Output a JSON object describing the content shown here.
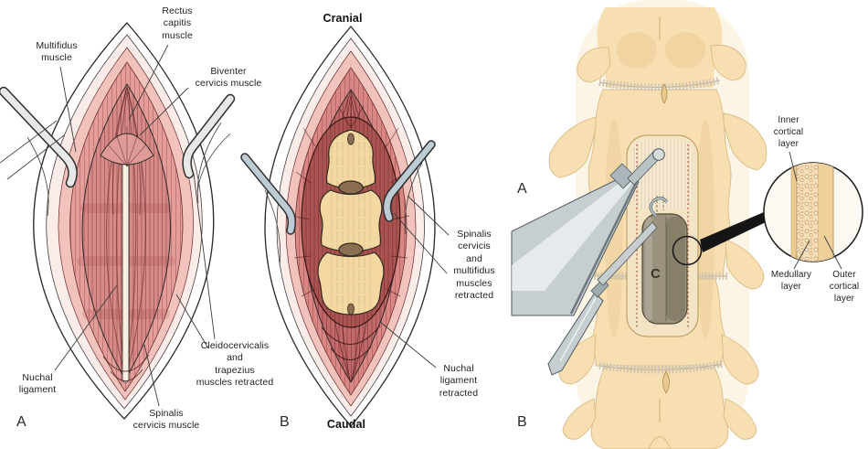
{
  "figure": {
    "background": "#ffffff"
  },
  "colors": {
    "skin_pink": "#fbece9",
    "fascia_pink": "#f2c3bd",
    "muscle_mid": "#e59d99",
    "muscle_deep": "#d88a88",
    "muscle_red": "#c2696a",
    "cavity_red": "#aa5452",
    "bone": "#f3d8a2",
    "bone_right": "#f7dfb2",
    "window_cream": "#f3e4c4",
    "trough_gray": "#9a927e",
    "trough_dark": "#877f68",
    "steel_mid": "#c6ced1",
    "retractor_blue": "#bccbd4",
    "stipple_red": "#c2584e",
    "stipple_gray": "#ccc4b2",
    "ink": "#2b2b2b",
    "background": "#ffffff"
  },
  "panelA": {
    "letter": "A",
    "labels": {
      "multifidus": "Multifidus\nmuscle",
      "rectus_capitis": "Rectus\ncapitis\nmuscle",
      "biventer_cervicis": "Biventer\ncervicis muscle",
      "nuchal_ligament": "Nuchal\nligament",
      "spinalis_cervicis": "Spinalis\ncervicis muscle",
      "cleido_trapezius": "Cleidocervicalis\nand\ntrapezius\nmuscles retracted"
    }
  },
  "panelB": {
    "letter": "B",
    "orientation_top": "Cranial",
    "orientation_bottom": "Caudal",
    "labels": {
      "spinalis_multifidus_retracted": "Spinalis\ncervicis\nand\nmultifidus\nmuscles\nretracted",
      "nuchal_retracted": "Nuchal\nligament\nretracted"
    }
  },
  "panelRight": {
    "letter_instrument": "A",
    "letter_panel": "B",
    "letter_trough": "C",
    "inset": {
      "inner_cortical": "Inner\ncortical\nlayer",
      "medullary": "Medullary\nlayer",
      "outer_cortical": "Outer\ncortical\nlayer"
    }
  }
}
